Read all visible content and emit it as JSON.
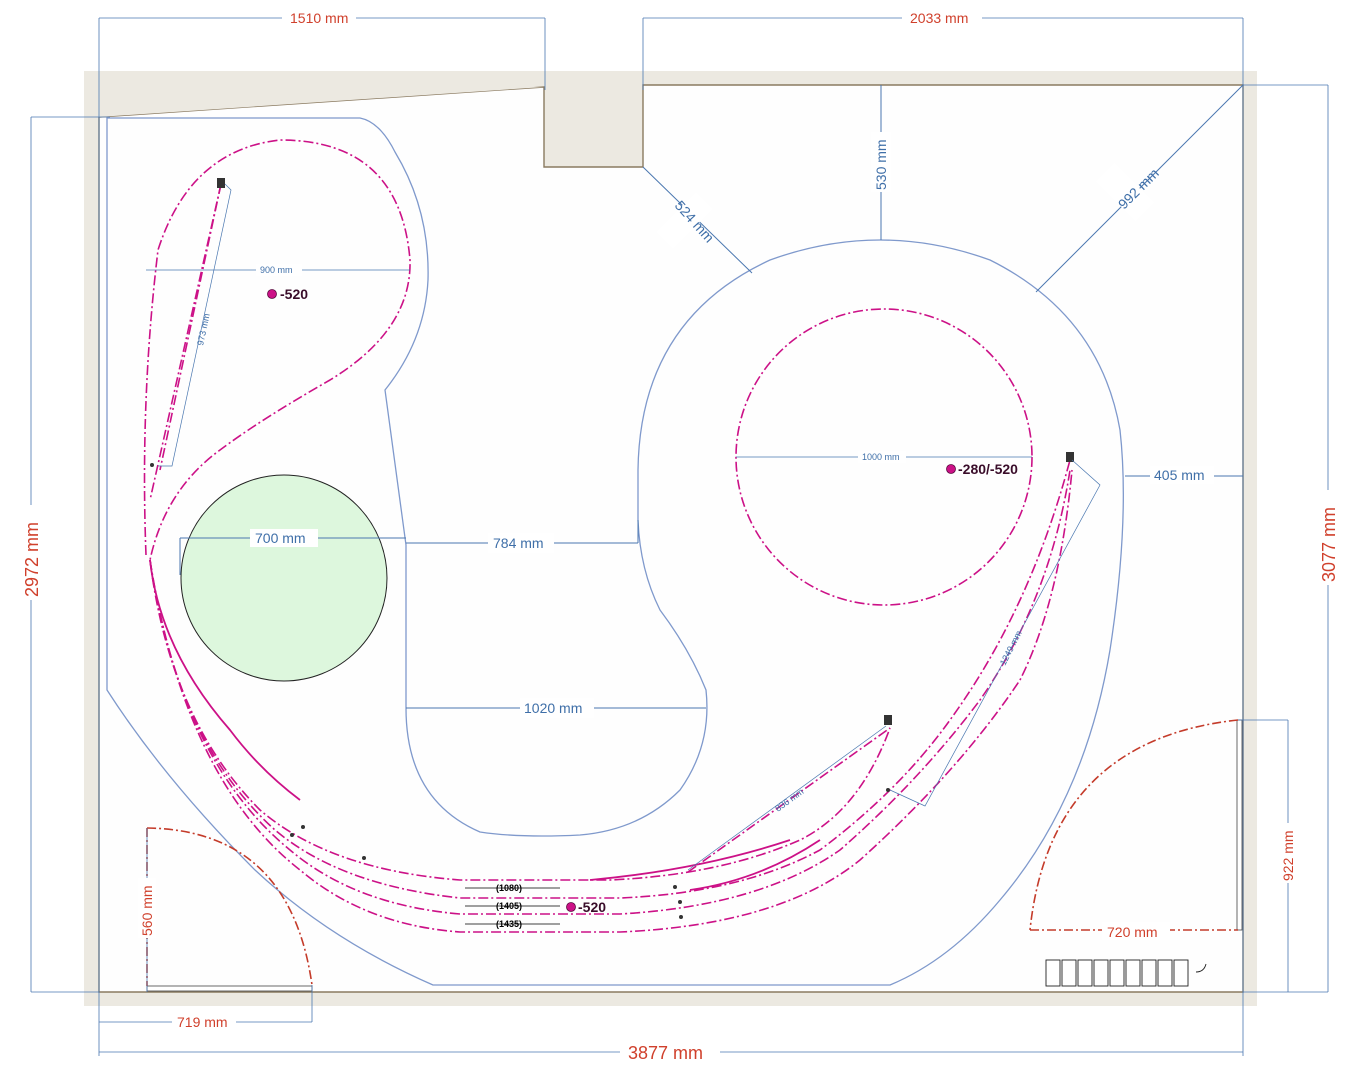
{
  "dimensions": {
    "top_left_width": "1510 mm",
    "top_right_width": "2033 mm",
    "total_width": "3877 mm",
    "left_height": "2972 mm",
    "right_height": "3077 mm",
    "door_left_height": "560 mm",
    "door_left_width": "719 mm",
    "door_right_height": "922 mm",
    "door_right_width": "720 mm"
  },
  "clearances": {
    "c524": "524 mm",
    "c530": "530 mm",
    "c992": "992 mm",
    "c405": "405 mm",
    "c784": "784 mm",
    "c1020": "1020 mm"
  },
  "features": {
    "obstacle_diameter": "700 mm",
    "loop_left_diameter": "900 mm",
    "loop_right_diameter": "1000 mm",
    "ramp_left": "973 mm",
    "ramp_right": "1249 mm",
    "ramp_bottom": "836 mm"
  },
  "heights": {
    "upper_left": "-520",
    "right_loop": "-280/-520",
    "bottom": "-520"
  },
  "sidings": {
    "s1": "(1080)",
    "s2": "(1405)",
    "s3": "(1435)"
  },
  "colors": {
    "dimension_red": "#d0402c",
    "dimension_blue": "#3f6fa8",
    "track_magenta": "#cc1187",
    "board_outline": "#7f99cc",
    "obstacle_fill": "#ddf7dd"
  }
}
